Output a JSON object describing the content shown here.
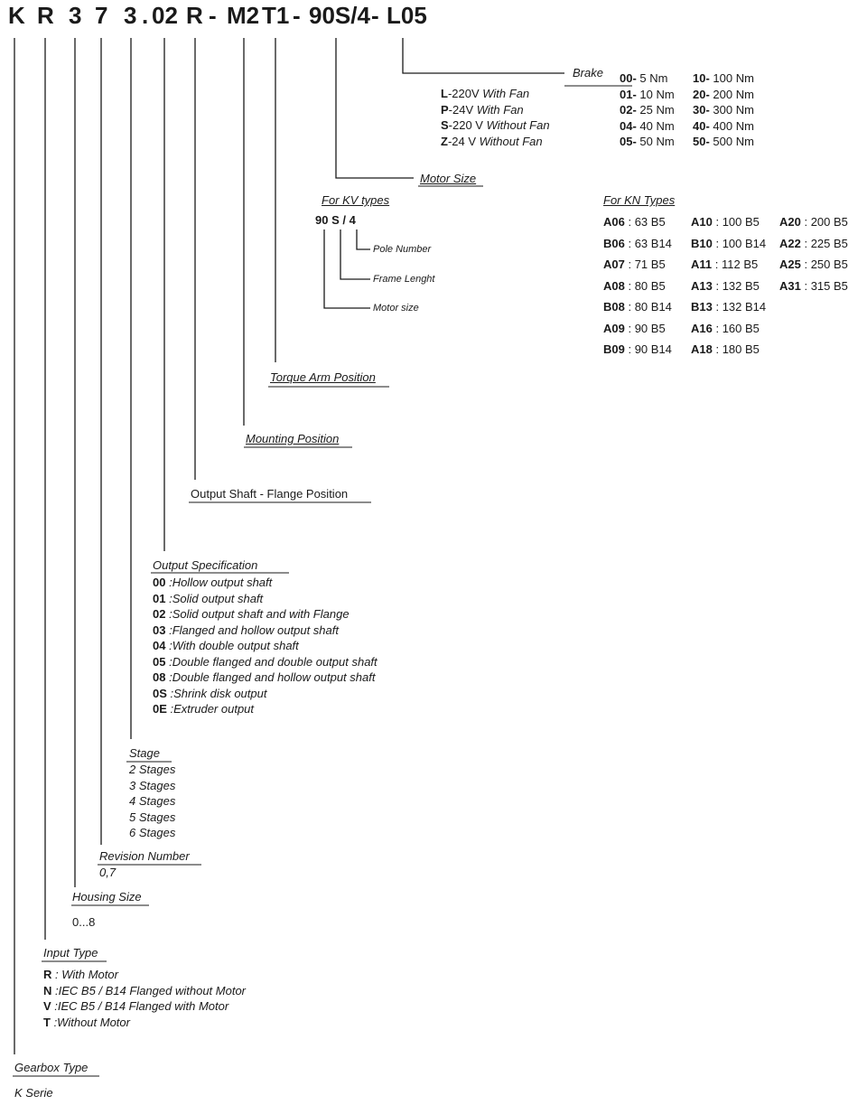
{
  "code_chars": [
    "K",
    "R",
    "3",
    "7",
    "3",
    ".",
    "02",
    "R",
    "-",
    "M2",
    "T1",
    "-",
    "90S/4",
    "-",
    "L05"
  ],
  "brake": {
    "title": "Brake",
    "fan_options": [
      {
        "code": "L",
        "text": "-220V ",
        "desc": "With Fan"
      },
      {
        "code": "P",
        "text": "-24V ",
        "desc": "With Fan"
      },
      {
        "code": "S",
        "text": "-220 V ",
        "desc": "Without Fan"
      },
      {
        "code": "Z",
        "text": "-24 V ",
        "desc": "Without Fan"
      }
    ],
    "torques_left": [
      {
        "code": "00-",
        "value": "5 Nm"
      },
      {
        "code": "01-",
        "value": "10 Nm"
      },
      {
        "code": "02-",
        "value": "25 Nm"
      },
      {
        "code": "04-",
        "value": "40 Nm"
      },
      {
        "code": "05-",
        "value": "50 Nm"
      }
    ],
    "torques_right": [
      {
        "code": "10-",
        "value": "100 Nm"
      },
      {
        "code": "20-",
        "value": "200 Nm"
      },
      {
        "code": "30-",
        "value": "300 Nm"
      },
      {
        "code": "40-",
        "value": "400 Nm"
      },
      {
        "code": "50-",
        "value": "500 Nm"
      }
    ]
  },
  "motor_size": {
    "title": "Motor Size",
    "kv_title": "For KV types",
    "kv_example": "90 S / 4",
    "kv_labels": [
      "Pole Number",
      "Frame Lenght",
      "Motor size"
    ],
    "kn_title": "For KN Types",
    "kn_rows": [
      [
        {
          "c": "A06",
          "v": " : 63 B5"
        },
        {
          "c": "A10",
          "v": " : 100 B5"
        },
        {
          "c": "A20",
          "v": " : 200 B5"
        }
      ],
      [
        {
          "c": "B06",
          "v": " : 63 B14"
        },
        {
          "c": "B10",
          "v": " : 100 B14"
        },
        {
          "c": "A22",
          "v": " : 225 B5"
        }
      ],
      [
        {
          "c": "A07",
          "v": " : 71 B5"
        },
        {
          "c": "A11",
          "v": " : 112 B5"
        },
        {
          "c": "A25",
          "v": " : 250 B5"
        }
      ],
      [
        {
          "c": "A08",
          "v": " : 80 B5"
        },
        {
          "c": "A13",
          "v": " : 132 B5"
        },
        {
          "c": "A31",
          "v": " : 315 B5"
        }
      ],
      [
        {
          "c": "B08",
          "v": " : 80 B14"
        },
        {
          "c": "B13",
          "v": " : 132 B14"
        },
        {
          "c": "",
          "v": ""
        }
      ],
      [
        {
          "c": "A09",
          "v": " : 90 B5"
        },
        {
          "c": "A16",
          "v": " : 160 B5"
        },
        {
          "c": "",
          "v": ""
        }
      ],
      [
        {
          "c": "B09",
          "v": " : 90 B14"
        },
        {
          "c": "A18",
          "v": " : 180 B5"
        },
        {
          "c": "",
          "v": ""
        }
      ]
    ]
  },
  "torque_arm": {
    "title": "Torque Arm Position"
  },
  "mounting": {
    "title": "Mounting Position"
  },
  "output_shaft": {
    "title": "Output Shaft - Flange Position"
  },
  "output_spec": {
    "title": "Output Specification",
    "items": [
      {
        "code": "00",
        "desc": " :Hollow output shaft"
      },
      {
        "code": "01",
        "desc": " :Solid output shaft"
      },
      {
        "code": "02",
        "desc": " :Solid output shaft and with Flange"
      },
      {
        "code": "03",
        "desc": " :Flanged and hollow output shaft"
      },
      {
        "code": "04",
        "desc": " :With double output shaft"
      },
      {
        "code": "05",
        "desc": " :Double flanged and double output shaft"
      },
      {
        "code": "08",
        "desc": " :Double flanged and hollow output shaft"
      },
      {
        "code": "0S",
        "desc": " :Shrink disk output"
      },
      {
        "code": "0E",
        "desc": " :Extruder output"
      }
    ]
  },
  "stage": {
    "title": "Stage",
    "items": [
      "2 Stages",
      "3 Stages",
      "4 Stages",
      "5 Stages",
      "6 Stages"
    ]
  },
  "revision": {
    "title": "Revision Number",
    "value": "0,7"
  },
  "housing": {
    "title": "Housing Size",
    "value": "0...8"
  },
  "input_type": {
    "title": "Input Type",
    "items": [
      {
        "code": "R",
        "desc": " : With Motor"
      },
      {
        "code": "N",
        "desc": " :IEC B5 / B14 Flanged without Motor"
      },
      {
        "code": "V",
        "desc": " :IEC B5 / B14 Flanged with Motor"
      },
      {
        "code": "T",
        "desc": " :Without Motor"
      }
    ]
  },
  "gearbox": {
    "title": "Gearbox Type",
    "value": "K Serie"
  }
}
